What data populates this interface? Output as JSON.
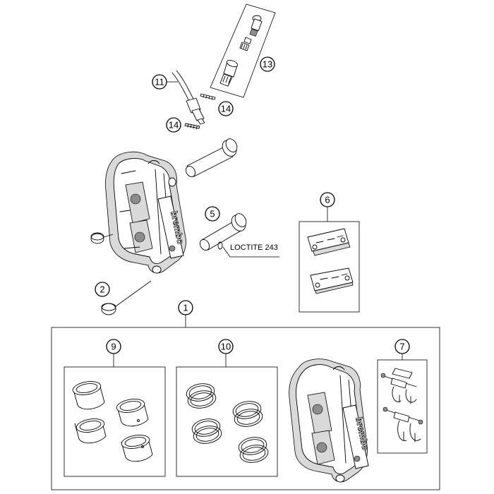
{
  "callouts": {
    "c1": "1",
    "c2": "2",
    "c5": "5",
    "c6": "6",
    "c7": "7",
    "c9": "9",
    "c10": "10",
    "c11": "11",
    "c13": "13",
    "c14a": "14",
    "c14b": "14"
  },
  "notes": {
    "loctite": "LOCTITE 243"
  },
  "brand": {
    "caliper_top": "brembo",
    "caliper_kit": "brembo"
  }
}
